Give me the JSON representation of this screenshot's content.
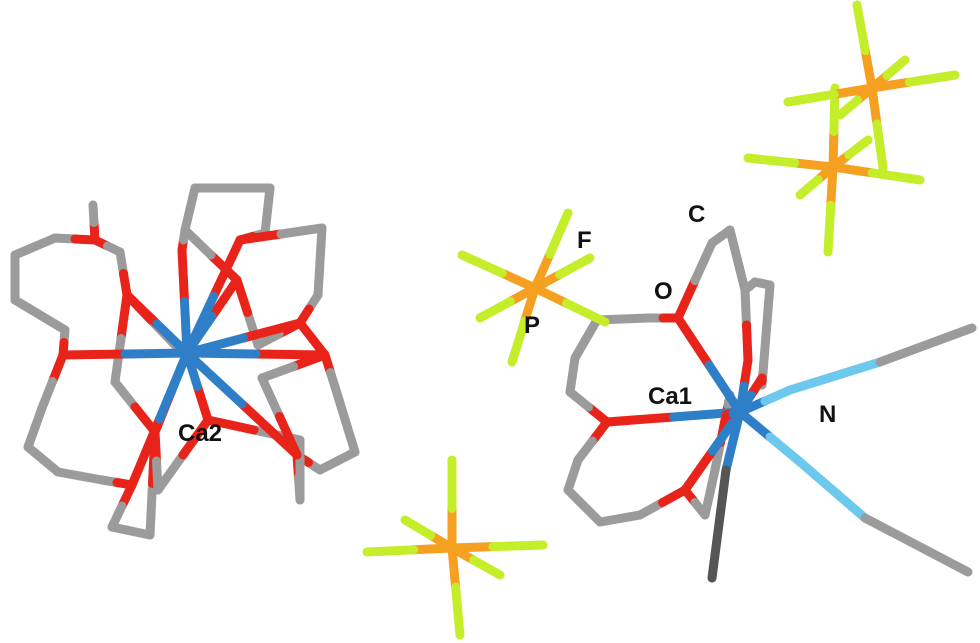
{
  "colors": {
    "C": "#9b9b9b",
    "C_dark": "#555555",
    "O": "#e8241a",
    "Ca": "#2f7fc8",
    "N": "#6cc8ec",
    "P": "#f5a020",
    "F": "#c4ee2a"
  },
  "labels": {
    "ca2": "Ca2",
    "ca1": "Ca1",
    "c": "C",
    "o": "O",
    "f": "F",
    "p": "P",
    "n": "N"
  }
}
